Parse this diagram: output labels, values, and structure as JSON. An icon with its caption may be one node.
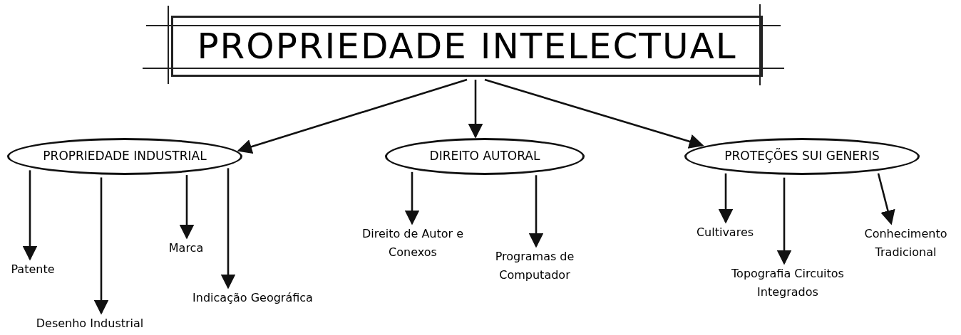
{
  "diagram": {
    "nodes": [
      {
        "text": [
          "PROPRIEDADE INTELECTUAL"
        ]
      },
      {
        "text": [
          "PROPRIEDADE INDUSTRIAL"
        ]
      },
      {
        "text": [
          "DIREITO AUTORAL"
        ]
      },
      {
        "text": [
          "PROTEÇÕES SUI GENERIS"
        ]
      },
      {
        "text": [
          "Patente"
        ]
      },
      {
        "text": [
          "Desenho Industrial"
        ]
      },
      {
        "text": [
          "Marca"
        ]
      },
      {
        "text": [
          "Indicação Geográfica"
        ]
      },
      {
        "text": [
          "Direito de Autor e Conexos"
        ]
      },
      {
        "text": [
          "Programas de Computador"
        ]
      },
      {
        "text": [
          "Cultivares"
        ]
      },
      {
        "text": [
          "Topografia Circuitos Integrados"
        ]
      },
      {
        "text": [
          "Conhecimento Tradicional"
        ]
      }
    ],
    "edges": [
      {
        "from": 0,
        "to": 1,
        "arrow": "to"
      },
      {
        "from": 0,
        "to": 2,
        "arrow": "to"
      },
      {
        "from": 0,
        "to": 3,
        "arrow": "to"
      },
      {
        "from": 1,
        "to": 4,
        "arrow": "to"
      },
      {
        "from": 1,
        "to": 5,
        "arrow": "to"
      },
      {
        "from": 1,
        "to": 6,
        "arrow": "to"
      },
      {
        "from": 1,
        "to": 7,
        "arrow": "to"
      },
      {
        "from": 2,
        "to": 8,
        "arrow": "to"
      },
      {
        "from": 2,
        "to": 9,
        "arrow": "to"
      },
      {
        "from": 3,
        "to": 10,
        "arrow": "to"
      },
      {
        "from": 3,
        "to": 11,
        "arrow": "to"
      },
      {
        "from": 3,
        "to": 12,
        "arrow": "to"
      }
    ]
  }
}
